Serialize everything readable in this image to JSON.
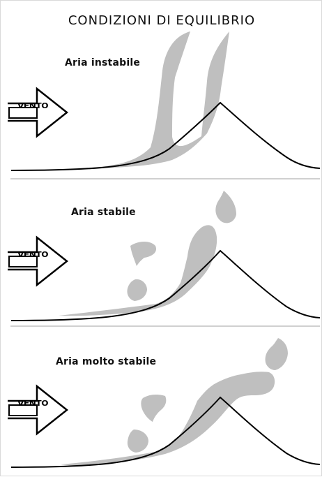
{
  "title": "CONDIZIONI DI EQUILIBRIO",
  "panels": [
    {
      "label": "Aria instabile",
      "wind_text": "VENTO"
    },
    {
      "label": "Aria stabile",
      "wind_text": "VENTO"
    },
    {
      "label": "Aria molto stabile",
      "wind_text": "VENTO"
    }
  ],
  "colors": {
    "cloud": "#bfbfbf",
    "outline": "#000000",
    "divider": "#d0d0d0"
  },
  "icons": {
    "wind_arrow": "wind-arrow-icon"
  }
}
